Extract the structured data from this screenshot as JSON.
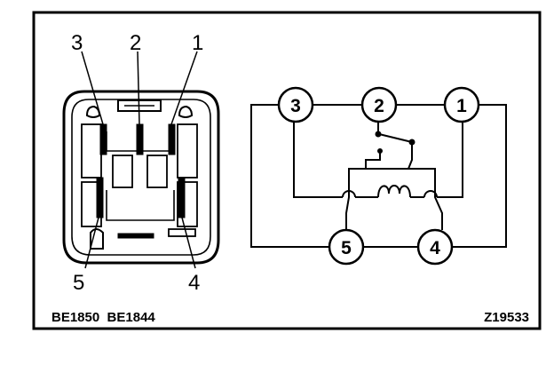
{
  "connector": {
    "pins": [
      {
        "id": "3",
        "label": "3"
      },
      {
        "id": "2",
        "label": "2"
      },
      {
        "id": "1",
        "label": "1"
      },
      {
        "id": "5",
        "label": "5"
      },
      {
        "id": "4",
        "label": "4"
      }
    ]
  },
  "schematic": {
    "terminals": [
      {
        "id": "3",
        "label": "3"
      },
      {
        "id": "2",
        "label": "2"
      },
      {
        "id": "1",
        "label": "1"
      },
      {
        "id": "5",
        "label": "5"
      },
      {
        "id": "4",
        "label": "4"
      }
    ]
  },
  "footer": {
    "part_numbers": "BE1850  BE1844",
    "figure_code": "Z19533"
  }
}
